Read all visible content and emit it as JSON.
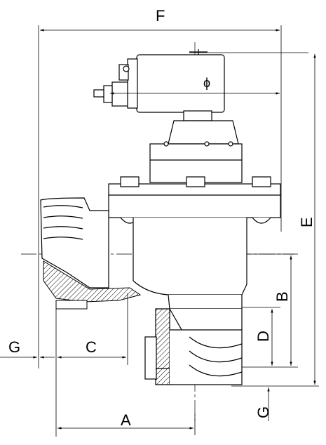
{
  "diagram": {
    "line_color": "#000000",
    "background": "#ffffff",
    "hatch_color": "#000000",
    "dimensions": {
      "F": "F",
      "E": "E",
      "B": "B",
      "D": "D",
      "C": "C",
      "G_left": "G",
      "G_bottom": "G",
      "A": "A"
    },
    "diameter_symbol": "ϕ"
  }
}
